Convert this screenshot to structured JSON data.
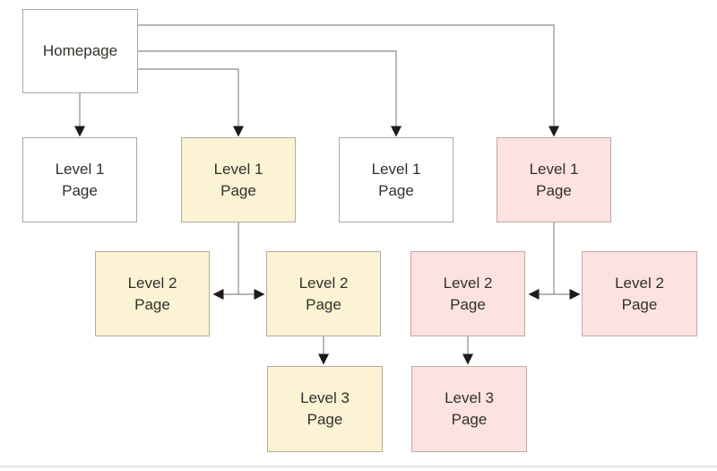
{
  "diagram_type": "sitemap-hierarchy",
  "nodes": [
    {
      "id": "homepage",
      "label": "Homepage",
      "level": 0,
      "color": "white"
    },
    {
      "id": "level1-page-1",
      "label": "Level 1\nPage",
      "level": 1,
      "color": "white"
    },
    {
      "id": "level1-page-2",
      "label": "Level 1\nPage",
      "level": 1,
      "color": "yellow"
    },
    {
      "id": "level1-page-3",
      "label": "Level 1\nPage",
      "level": 1,
      "color": "white"
    },
    {
      "id": "level1-page-4",
      "label": "Level 1\nPage",
      "level": 1,
      "color": "pink"
    },
    {
      "id": "level2-page-1",
      "label": "Level 2\nPage",
      "level": 2,
      "color": "yellow"
    },
    {
      "id": "level2-page-2",
      "label": "Level 2\nPage",
      "level": 2,
      "color": "yellow"
    },
    {
      "id": "level2-page-3",
      "label": "Level 2\nPage",
      "level": 2,
      "color": "pink"
    },
    {
      "id": "level2-page-4",
      "label": "Level 2\nPage",
      "level": 2,
      "color": "pink"
    },
    {
      "id": "level3-page-1",
      "label": "Level 3\nPage",
      "level": 3,
      "color": "yellow"
    },
    {
      "id": "level3-page-2",
      "label": "Level 3\nPage",
      "level": 3,
      "color": "pink"
    }
  ],
  "edges": [
    {
      "from": "homepage",
      "to": "level1-page-1",
      "style": "arrow"
    },
    {
      "from": "homepage",
      "to": "level1-page-2",
      "style": "arrow"
    },
    {
      "from": "homepage",
      "to": "level1-page-3",
      "style": "arrow"
    },
    {
      "from": "homepage",
      "to": "level1-page-4",
      "style": "arrow"
    },
    {
      "from": "level1-page-2",
      "to": "level2-page-1",
      "style": "arrow"
    },
    {
      "from": "level1-page-2",
      "to": "level2-page-2",
      "style": "arrow"
    },
    {
      "from": "level1-page-4",
      "to": "level2-page-3",
      "style": "arrow"
    },
    {
      "from": "level1-page-4",
      "to": "level2-page-4",
      "style": "arrow"
    },
    {
      "from": "level2-page-2",
      "to": "level3-page-1",
      "style": "arrow"
    },
    {
      "from": "level2-page-3",
      "to": "level3-page-2",
      "style": "arrow"
    }
  ],
  "colors": {
    "background": "#ffffff",
    "node_fill_white": "#ffffff",
    "node_fill_yellow": "#fcf2d4",
    "node_fill_pink": "#fce2e1",
    "node_border_white": "#a9a9a9",
    "node_border_yellow": "#b3ac9c",
    "node_border_pink": "#bfa9a7",
    "connector": "#8f8a84",
    "arrowhead": "#1d1a17",
    "text": "#33302b",
    "bottom_edge": "#e3e3e3"
  }
}
